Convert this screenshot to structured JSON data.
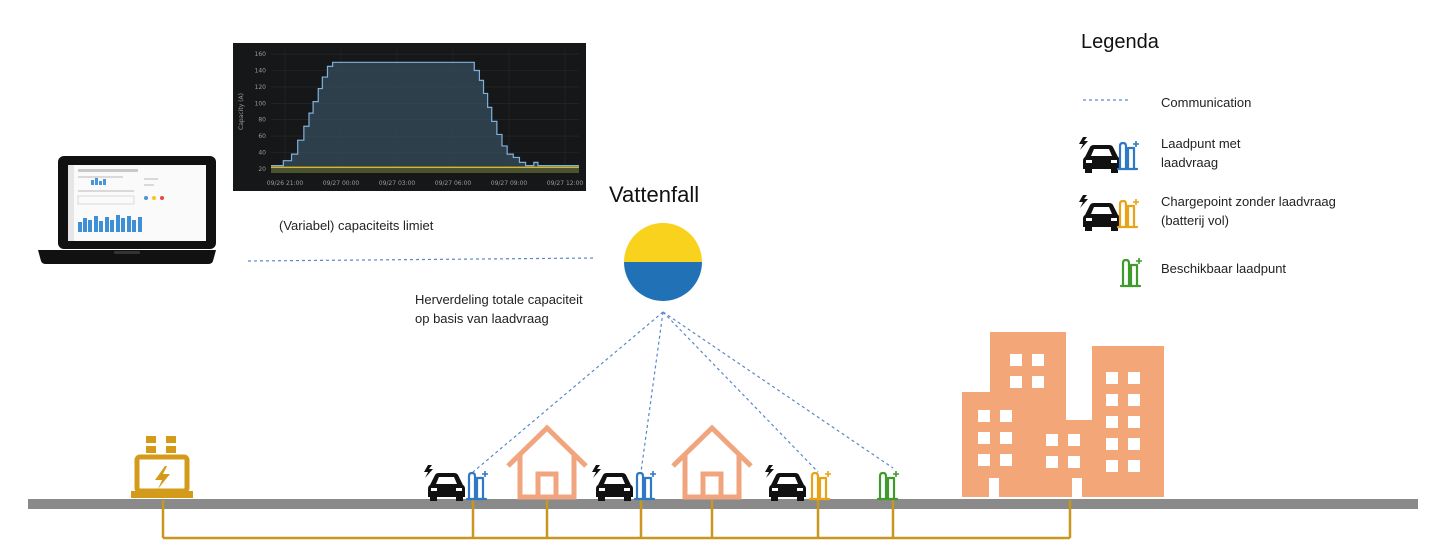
{
  "chart_data": {
    "type": "line",
    "ylabel": "Capacity (A)",
    "yticks": [
      20,
      40,
      60,
      80,
      100,
      120,
      140,
      160
    ],
    "ylim": [
      15,
      165
    ],
    "xticks": [
      "09/26 21:00",
      "09/27 00:00",
      "09/27 03:00",
      "09/27 06:00",
      "09/27 09:00",
      "09/27 12:00"
    ],
    "xlim": [
      0,
      15
    ],
    "series": [
      {
        "color": "#7eb2dd",
        "x": [
          0,
          0.6,
          0.6,
          1.0,
          1.0,
          1.3,
          1.3,
          1.6,
          1.6,
          1.85,
          1.85,
          2.05,
          2.05,
          2.3,
          2.3,
          2.5,
          2.5,
          2.75,
          2.75,
          3.0,
          3.0,
          3.4,
          3.4,
          9.9,
          9.9,
          10.15,
          10.15,
          10.35,
          10.35,
          10.55,
          10.55,
          10.75,
          10.75,
          11.0,
          11.0,
          11.25,
          11.25,
          11.5,
          11.5,
          11.8,
          11.8,
          12.1,
          12.1,
          12.4,
          12.4,
          12.8,
          12.8,
          13.0,
          13.0,
          15
        ],
        "y": [
          24,
          24,
          30,
          30,
          38,
          38,
          55,
          55,
          72,
          72,
          88,
          88,
          102,
          102,
          118,
          118,
          132,
          132,
          145,
          145,
          150,
          150,
          150,
          150,
          140,
          140,
          128,
          128,
          112,
          112,
          95,
          95,
          78,
          78,
          62,
          62,
          48,
          48,
          38,
          38,
          34,
          34,
          28,
          28,
          24,
          24,
          28,
          28,
          24,
          24
        ]
      },
      {
        "color": "#e8c430",
        "x": [
          0,
          15
        ],
        "y": [
          22,
          22
        ]
      }
    ]
  },
  "labels": {
    "limit": "(Variabel) capaciteits limiet",
    "vattenfall": "Vattenfall",
    "redistribution_line1": "Herverdeling totale capaciteit",
    "redistribution_line2": "op basis van laadvraag"
  },
  "legend": {
    "title": "Legenda",
    "communication": "Communication",
    "with_demand_line1": "Laadpunt met",
    "with_demand_line2": "laadvraag",
    "without_demand_line1": "Chargepoint zonder laadvraag",
    "without_demand_line2": "(batterij vol)",
    "available": "Beschikbaar laadpunt"
  },
  "colors": {
    "comm_line": "#5b86cc",
    "cable": "#c9971f",
    "road": "#888888",
    "house": "#f0a57e",
    "building": "#f3a779",
    "vattenfall_yellow": "#f8d21c",
    "vattenfall_blue": "#2071b5",
    "charger_blue": "#2f78c4",
    "charger_orange": "#e8a317",
    "charger_green": "#3e9b2c"
  },
  "icons": {
    "laptop": "laptop-icon",
    "battery": "battery-storage-icon",
    "car": "car-icon",
    "charger": "charger-icon",
    "house": "house-icon",
    "building": "office-building-icon",
    "logo": "vattenfall-logo"
  }
}
